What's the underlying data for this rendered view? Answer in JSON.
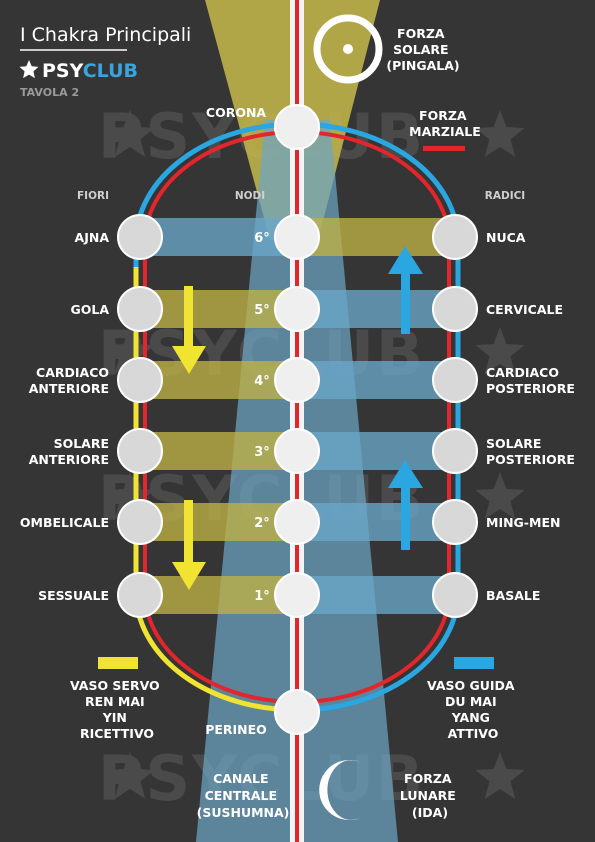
{
  "header": {
    "title": "I Chakra Principali",
    "brand_a": "PSY",
    "brand_b": "CLUB",
    "subtitle": "TAVOLA 2"
  },
  "watermark": "PSYCLUB",
  "columns": {
    "left": "FIORI",
    "center": "NODI",
    "right": "RADICI"
  },
  "forces": {
    "solar": [
      "FORZA",
      "SOLARE",
      "(PINGALA)"
    ],
    "martial": [
      "FORZA",
      "MARZIALE"
    ],
    "lunar": [
      "FORZA",
      "LUNARE",
      "(IDA)"
    ],
    "central": [
      "CANALE",
      "CENTRALE",
      "(SUSHUMNA)"
    ]
  },
  "top_node": "CORONA",
  "bottom_node": "PERINEO",
  "rows": [
    {
      "node": "6°",
      "left": [
        "AJNA"
      ],
      "right": [
        "NUCA"
      ]
    },
    {
      "node": "5°",
      "left": [
        "GOLA"
      ],
      "right": [
        "CERVICALE"
      ]
    },
    {
      "node": "4°",
      "left": [
        "CARDIACO",
        "ANTERIORE"
      ],
      "right": [
        "CARDIACO",
        "POSTERIORE"
      ]
    },
    {
      "node": "3°",
      "left": [
        "SOLARE",
        "ANTERIORE"
      ],
      "right": [
        "SOLARE",
        "POSTERIORE"
      ]
    },
    {
      "node": "2°",
      "left": [
        "OMBELICALE"
      ],
      "right": [
        "MING-MEN"
      ]
    },
    {
      "node": "1°",
      "left": [
        "SESSUALE"
      ],
      "right": [
        "BASALE"
      ]
    }
  ],
  "legend": {
    "yellow": [
      "VASO SERVO",
      "REN MAI",
      "YIN",
      "RICETTIVO"
    ],
    "blue": [
      "VASO GUIDA",
      "DU MAI",
      "YANG",
      "ATTIVO"
    ]
  },
  "colors": {
    "background": "#353535",
    "yellow": "#f1e331",
    "blue": "#2aa6e0",
    "red": "#e3262b",
    "node_fill": "#d8d8d8",
    "light_yellow": "#bfb245",
    "light_blue": "#6aa6c9"
  }
}
